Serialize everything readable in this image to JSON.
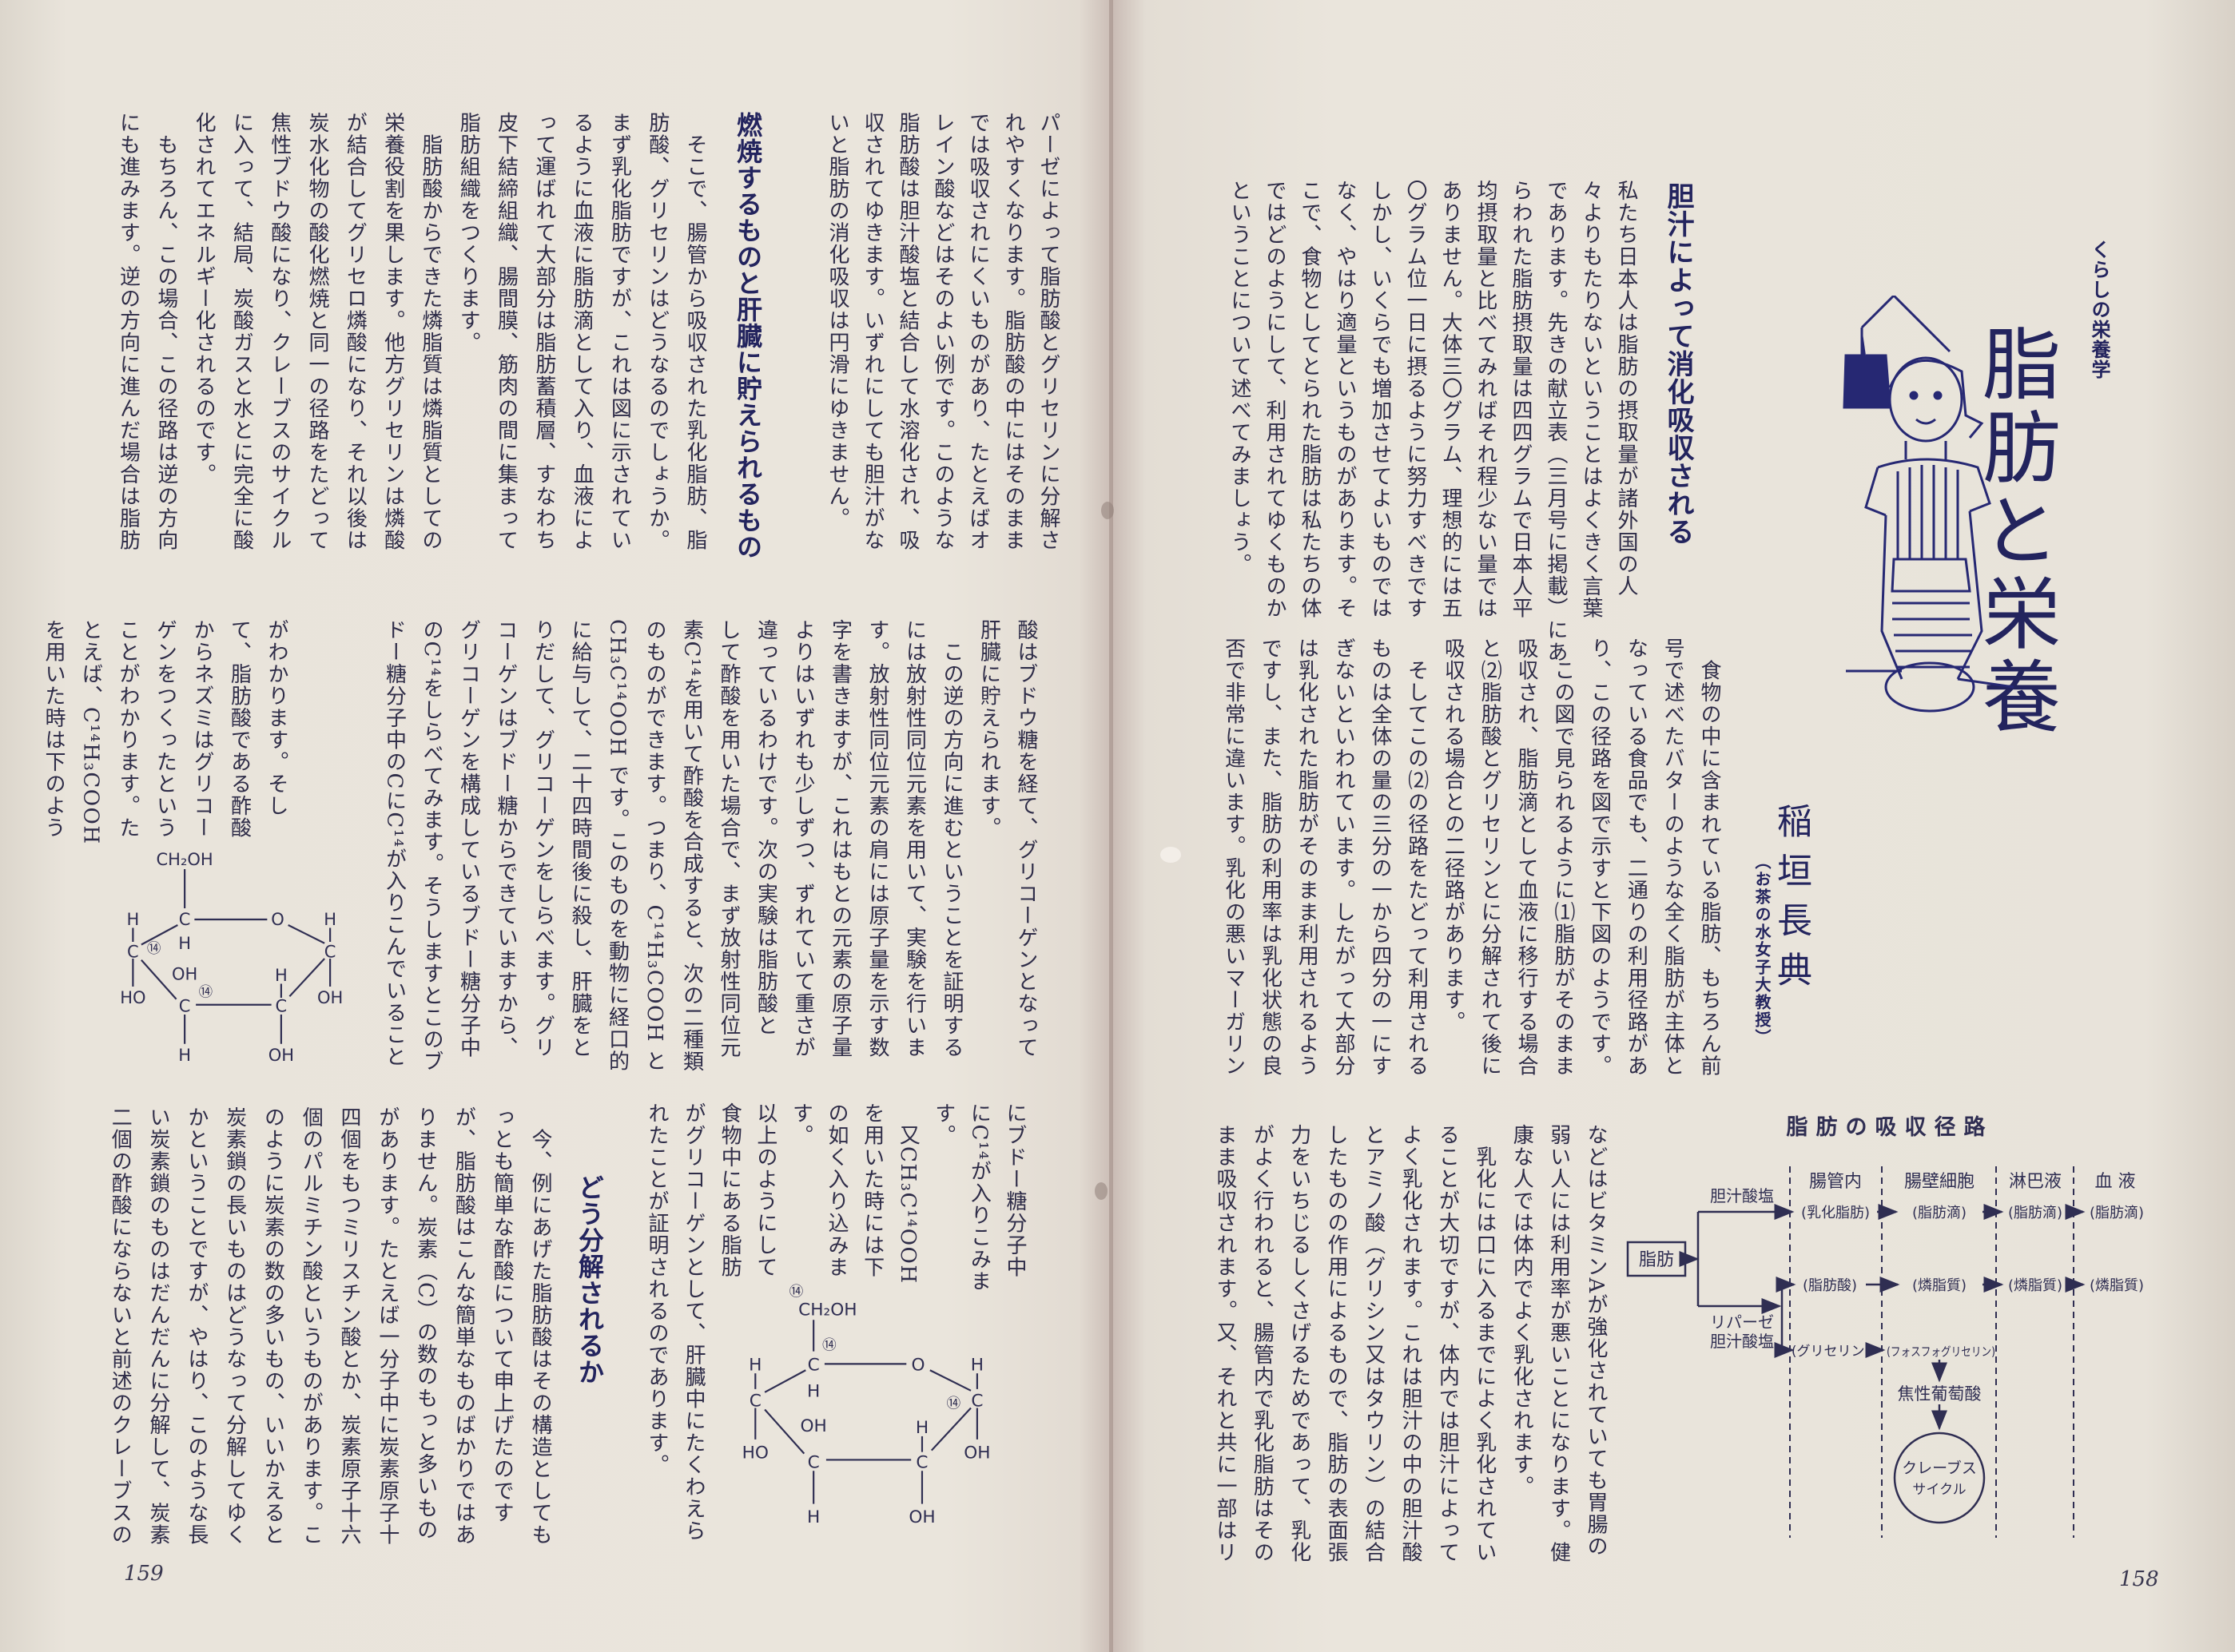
{
  "colors": {
    "paper": "#eae5dc",
    "ink": "#2e2c48",
    "heading_ink": "#23245e",
    "spine": "#a8958e"
  },
  "right_page": {
    "series_label": "くらしの栄養学",
    "title": "脂肪と栄養",
    "author": "稲垣長典",
    "affiliation": "（お茶の水女子大教授）",
    "heading_1": "胆汁によって消化吸収される",
    "section_1": [
      "私たち日本人は脂肪の摂取量が諸外国の人",
      "々よりもたりないということはよくきく言葉",
      "であります。先きの献立表（三月号に掲載）にあ",
      "らわれた脂肪摂取量は四四グラムで日本人平",
      "均摂取量と比べてみればそれ程少ない量では",
      "ありません。大体三〇グラム、理想的には五",
      "〇グラム位一日に摂るように努力すべきです",
      "しかし、いくらでも増加させてよいものでは",
      "なく、やはり適量というものがあります。そ",
      "こで、食物としてとられた脂肪は私たちの体",
      "ではどのようにして、利用されてゆくものか",
      "ということについて述べてみましょう。"
    ],
    "section_2": [
      "　食物の中に含まれている脂肪、もちろん前",
      "号で述べたバターのような全く脂肪が主体と",
      "なっている食品でも、二通りの利用径路があ",
      "り、この径路を図で示すと下図のようです。",
      "　この図で見られるように⑴脂肪がそのまま",
      "吸収され、脂肪滴として血液に移行する場合",
      "と⑵脂肪酸とグリセリンとに分解されて後に",
      "吸収される場合との二径路があります。",
      "　そしてこの⑵の径路をたどって利用される",
      "ものは全体の量の三分の一から四分の一にす",
      "ぎないといわれています。したがって大部分",
      "は乳化された脂肪がそのまま利用されるよう",
      "ですし、また、脂肪の利用率は乳化状態の良",
      "否で非常に違います。乳化の悪いマーガリン"
    ],
    "section_3": [
      "などはビタミンAが強化されていても胃腸の",
      "弱い人には利用率が悪いことになります。健",
      "康な人では体内でよく乳化されます。",
      "　乳化には口に入るまでによく乳化されてい",
      "ることが大切ですが、体内では胆汁によって",
      "よく乳化されます。これは胆汁の中の胆汁酸",
      "とアミノ酸（グリシン又はタウリン）の結合",
      "したものの作用によるもので、脂肪の表面張",
      "力をいちじるしくさげるためであって、乳化",
      "がよく行われると、腸管内で乳化脂肪はその",
      "まま吸収されます。又、それと共に一部はリ"
    ],
    "page_number": "158"
  },
  "diagram": {
    "title": "脂肪の吸収径路",
    "start": "脂肪",
    "bile_salt_label": "胆汁酸塩",
    "lipase_label": "リパーゼ",
    "bile_salt_label_2": "胆汁酸塩",
    "zones": [
      "腸管内",
      "腸壁細胞",
      "淋巴液",
      "血 液"
    ],
    "row_1": [
      "(乳化脂肪)",
      "(脂肪滴)",
      "(脂肪滴)",
      "(脂肪滴)"
    ],
    "row_2": [
      "(脂肪酸)",
      "(燐脂質)",
      "(燐脂質)",
      "(燐脂質)"
    ],
    "row_3": [
      "(グリセリン)",
      "(フォスフォグリセリン)"
    ],
    "pyruvate": "焦性葡萄酸",
    "krebs": [
      "クレーブス",
      "サイクル"
    ]
  },
  "left_page": {
    "block_1": [
      "パーゼによって脂肪酸とグリセリンに分解さ",
      "れやすくなります。脂肪酸の中にはそのまま",
      "では吸収されにくいものがあり、たとえばオ",
      "レイン酸などはそのよい例です。このような",
      "脂肪酸は胆汁酸塩と結合して水溶化され、吸",
      "収されてゆきます。いずれにしても胆汁がな",
      "いと脂肪の消化吸収は円滑にゆきません。"
    ],
    "heading_2": "燃焼するものと肝臓に貯えられるもの",
    "block_2": [
      "　そこで、腸管から吸収された乳化脂肪、脂",
      "肪酸、グリセリンはどうなるのでしょうか。",
      "まず乳化脂肪ですが、これは図に示されてい",
      "るように血液に脂肪滴として入り、血液によ",
      "って運ばれて大部分は脂肪蓄積層、すなわち",
      "皮下結締組織、腸間膜、筋肉の間に集まって",
      "脂肪組織をつくります。",
      "　脂肪酸からできた燐脂質は燐脂質としての",
      "栄養役割を果します。他方グリセリンは燐酸",
      "が結合してグリセロ燐酸になり、それ以後は",
      "炭水化物の酸化燃焼と同一の径路をたどって",
      "焦性ブドウ酸になり、クレーブスのサイクル",
      "に入って、結局、炭酸ガスと水とに完全に酸",
      "化されてエネルギー化されるのです。",
      "　もちろん、この場合、この径路は逆の方向",
      "にも進みます。逆の方向に進んだ場合は脂肪"
    ],
    "block_3": [
      "酸はブドウ糖を経て、グリコーゲンとなって",
      "肝臓に貯えられます。",
      "　この逆の方向に進むということを証明する",
      "には放射性同位元素を用いて、実験を行いま",
      "す。放射性同位元素の肩には原子量を示す数",
      "字を書きますが、これはもとの元素の原子量",
      "よりはいずれも少しずつ、ずれていて重さが",
      "違っているわけです。次の実験は脂肪酸と",
      "して酢酸を用いた場合で、まず放射性同位元",
      "素C¹⁴を用いて酢酸を合成すると、次の二種類",
      "のものができます。つまり、C¹⁴H₃COOH と",
      "CH₃C¹⁴OOH です。このものを動物に経口的",
      "に給与して、二十四時間後に殺し、肝臓をと",
      "りだして、グリコーゲンをしらべます。グリ",
      "コーゲンはブドー糖からできていますから、",
      "グリコーゲンを構成しているブドー糖分子中",
      "のC¹⁴をしらべてみます。そうしますとこのブ",
      "ドー糖分子中のCにC¹⁴が入りこんでいること"
    ],
    "block_3_short": [
      "がわかります。そし",
      "て、脂肪酸である酢酸",
      "からネズミはグリコー",
      "ゲンをつくったという",
      "ことがわかります。た",
      "とえば、C¹⁴H₃COOH",
      "を用いた時は下のよう"
    ],
    "block_4_short": [
      "にブドー糖分子中",
      "にC¹⁴が入りこみま",
      "す。",
      "　又CH₃C¹⁴OOH",
      "を用いた時には下",
      "の如く入り込みま",
      "す。",
      "以上のようにして",
      "食物中にある脂肪"
    ],
    "block_4": [
      "がグリコーゲンとして、肝臓中にたくわえら",
      "れたことが証明されるのであります。"
    ],
    "heading_3": "どう分解されるか",
    "block_5": [
      "　今、例にあげた脂肪酸はその構造としても",
      "っとも簡単な酢酸について申上げたのです",
      "が、脂肪酸はこんな簡単なものばかりではあ",
      "りません。炭素（C）の数のもっと多いもの",
      "があります。たとえば一分子中に炭素原子十",
      "四個をもつミリスチン酸とか、炭素原子十六",
      "個のパルミチン酸というものがあります。こ",
      "のように炭素の数の多いもの、いいかえると",
      "炭素鎖の長いものはどうなって分解してゆく",
      "かということですが、やはり、このような長",
      "い炭素鎖のものはだんだんに分解して、炭素",
      "二個の酢酸にならないと前述のクレーブスの"
    ],
    "molecule_1": {
      "hydroxymethyl": "CH₂OH",
      "carbon": "C",
      "hydrogen": "H",
      "oxygen": "O",
      "hydroxyl": "OH",
      "hydroxyl_left": "HO",
      "isotope_mark": "⑭"
    },
    "molecule_2": {
      "hydroxymethyl": "CH₂OH",
      "carbon": "C",
      "hydrogen": "H",
      "oxygen": "O",
      "hydroxyl": "OH",
      "hydroxyl_left": "HO",
      "isotope_mark": "⑭"
    },
    "page_number": "159"
  }
}
